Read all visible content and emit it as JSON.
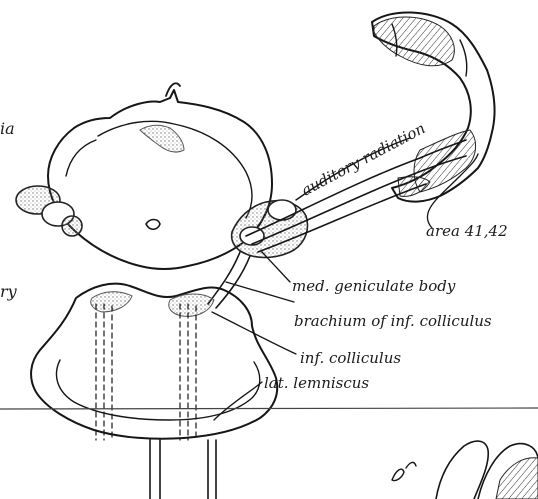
{
  "labels": {
    "auditory_radiation": "auditory radiation",
    "area": "area 41,42",
    "mgb": "med. geniculate body",
    "brachium": "brachium of inf. colliculus",
    "inf_colliculus": "inf. colliculus",
    "lat_lemniscus": "lat. lemniscus"
  },
  "colors": {
    "ink": "#161616",
    "shade": "#9a9a9a",
    "paper": "#ffffff"
  }
}
